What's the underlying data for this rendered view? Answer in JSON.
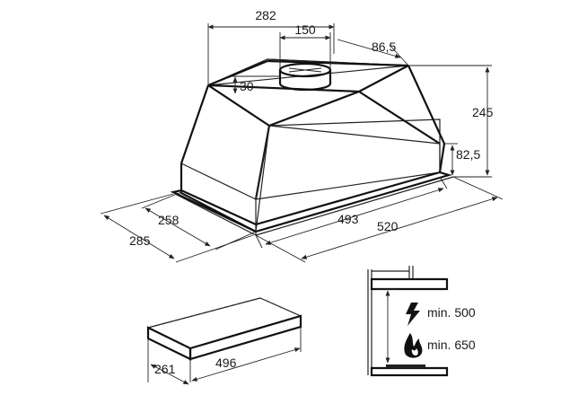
{
  "dimensions": {
    "width_top": "282",
    "outlet_diameter": "150",
    "outlet_offset": "86,5",
    "collar_height": "30",
    "total_height": "245",
    "front_height": "82,5",
    "depth_inner": "258",
    "depth_outer": "285",
    "width_inner": "493",
    "width_outer": "520",
    "cutout_depth": "261",
    "cutout_width": "496"
  },
  "clearance": {
    "electric_label": "min. 500",
    "gas_label": "min. 650",
    "electric_icon": "lightning-bolt-icon",
    "gas_icon": "flame-icon"
  }
}
